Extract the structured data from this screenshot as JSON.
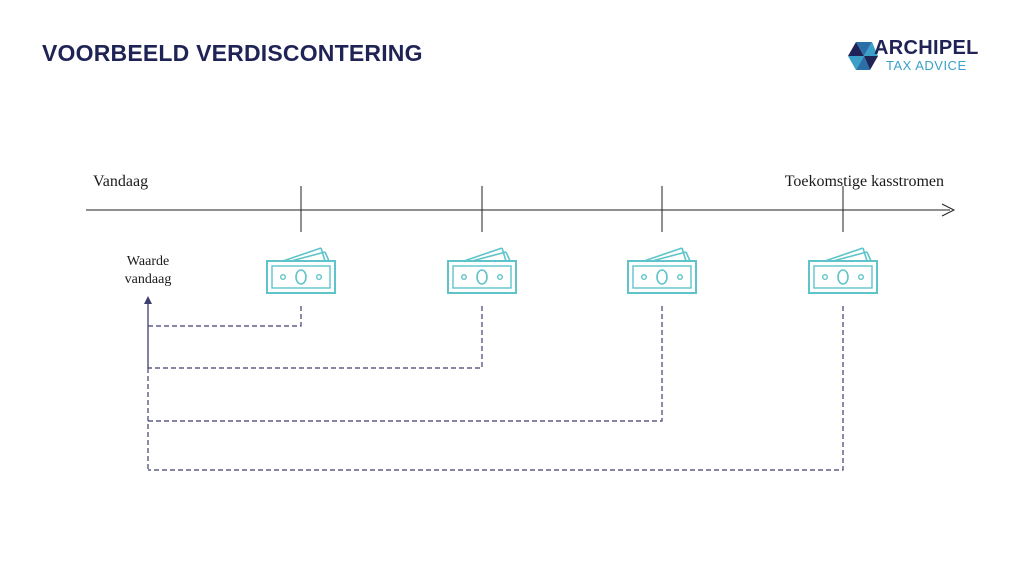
{
  "slide": {
    "title": "VOORBEELD VERDISCONTERING"
  },
  "logo": {
    "name": "ARCHIPEL",
    "tagline": "TAX ADVICE"
  },
  "timeline": {
    "start_label": "Vandaag",
    "end_label": "Toekomstige kasstromen",
    "present_value_label": [
      "Waarde",
      "vandaag"
    ]
  },
  "colors": {
    "title": "#1f2355",
    "logo_accent": "#3aa0c8",
    "banknote": "#5ec4c9",
    "connector": "#3d3f6e",
    "axis": "#222222"
  },
  "icons": {
    "banknote": "banknote-icon",
    "logo": "archipel-triangle-icon"
  },
  "cash_flow_count": 4
}
